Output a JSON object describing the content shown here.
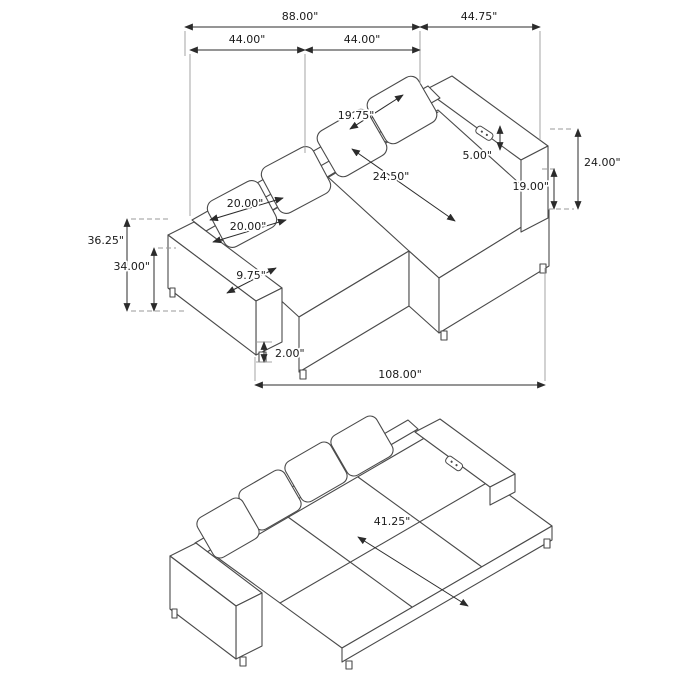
{
  "page": {
    "background": "#ffffff",
    "line_color": "#4a4a4a",
    "dimension_color": "#2b2b2b"
  },
  "diagram": {
    "top_view": {
      "name": "sofa-sectional-isometric-view",
      "dims": {
        "back_width": "88.00\"",
        "chaise_depth": "44.75\"",
        "seat_left": "44.00\"",
        "seat_right": "44.00\"",
        "back_pillow": "19.75\"",
        "console_height": "5.00\"",
        "back_height": "24.00\"",
        "arm_height_right": "19.00\"",
        "seat_depth": "24.50\"",
        "pillow_width": "20.00\"",
        "pillow_height": "20.00\"",
        "overall_height": "36.25\"",
        "arm_height_left": "34.00\"",
        "arm_width": "9.75\"",
        "leg_height": "2.00\"",
        "overall_length": "108.00\""
      }
    },
    "bottom_view": {
      "name": "sofa-sleeper-isometric-view",
      "dims": {
        "sleeper_depth": "41.25\""
      }
    }
  }
}
